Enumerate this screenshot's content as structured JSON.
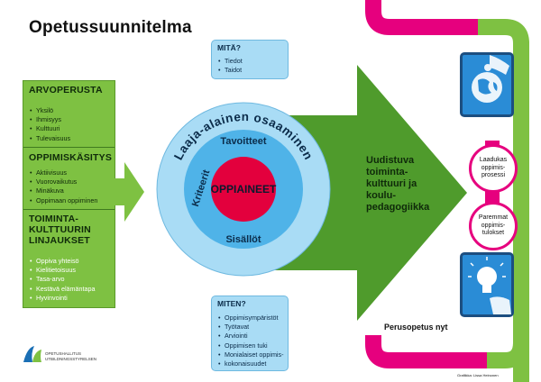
{
  "title": "Opetussuunnitelma",
  "left_panel": {
    "sections": [
      {
        "heading": "ARVOPERUSTA",
        "items": [
          "Yksilö",
          "Ihmisyys",
          "Kulttuuri",
          "Tulevaisuus"
        ]
      },
      {
        "heading": "OPPIMISKÄSITYS",
        "items": [
          "Aktiivisuus",
          "Vuorovaikutus",
          "Minäkuva",
          "Oppimaan oppiminen"
        ]
      },
      {
        "heading_lines": [
          "TOIMINTA-",
          "KULTTUURIN",
          "LINJAUKSET"
        ],
        "items": [
          "Oppiva yhteisö",
          "Kielitietoisuus",
          "Tasa-arvo",
          "Kestävä elämäntapa",
          "Hyvinvointi"
        ]
      }
    ]
  },
  "mita_box": {
    "heading": "MITÄ?",
    "items": [
      "Tiedot",
      "Taidot"
    ]
  },
  "miten_box": {
    "heading": "MITEN?",
    "items": [
      "Oppimisympäristöt",
      "Työtavat",
      "Arviointi",
      "Oppimisen tuki",
      "Monialaiset oppimis-",
      "kokonaisuudet"
    ]
  },
  "circle": {
    "outer_label": "Laaja-alainen osaaminen",
    "top_label": "Tavoitteet",
    "left_label": "Kriteerit",
    "bottom_label": "Sisällöt",
    "center_label": "OPPIAINEET"
  },
  "arrow_text_lines": [
    "Uudistuva",
    "toiminta-",
    "kulttuuri ja",
    "koulu-",
    "pedagogiikka"
  ],
  "outcome1_lines": [
    "Laadukas",
    "oppimis-",
    "prosessi"
  ],
  "outcome2_lines": [
    "Paremmat",
    "oppimis-",
    "tulokset"
  ],
  "footer_label": "Perusopetus nyt",
  "credit": "Grafiikka: Lissa Heinonen",
  "logo_lines": [
    "OPETUSHALLITUS",
    "UTBILDNINGSSTYRELSEN"
  ],
  "icons": [
    "globe-touch-icon",
    "lightbulb-touch-icon",
    "logo-icon"
  ],
  "colors": {
    "green": "#7ec142",
    "dark_green": "#4f9b2c",
    "light_blue": "#a9dcf5",
    "mid_blue": "#4fb3e8",
    "pink": "#e6007e",
    "red": "#e3003d"
  }
}
